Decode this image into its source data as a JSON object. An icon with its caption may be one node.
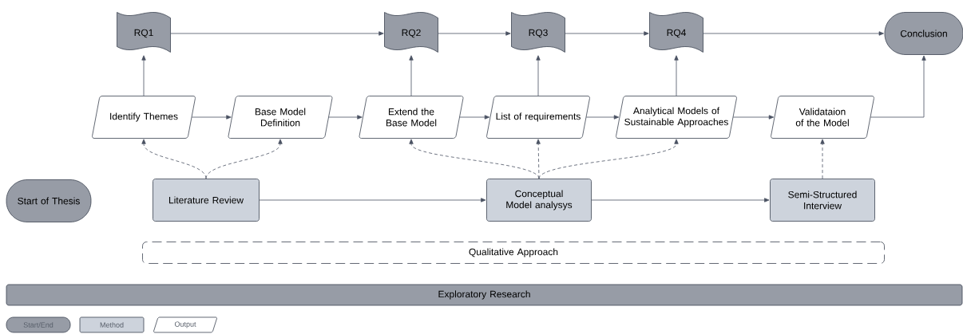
{
  "diagram": {
    "nodes": [
      {
        "text": [
          "RQ1"
        ]
      },
      {
        "text": [
          "RQ2"
        ]
      },
      {
        "text": [
          "RQ3"
        ]
      },
      {
        "text": [
          "RQ4"
        ]
      },
      {
        "text": [
          "Conclusion"
        ]
      },
      {
        "text": [
          "Identify Themes"
        ]
      },
      {
        "text": [
          "Base Model Definition"
        ]
      },
      {
        "text": [
          "Extend the Base Model"
        ]
      },
      {
        "text": [
          "List of requirements"
        ]
      },
      {
        "text": [
          "Analytical Models of Sustainable Approaches"
        ]
      },
      {
        "text": [
          "Validataion of the Model"
        ]
      },
      {
        "text": [
          "Start of Thesis"
        ]
      },
      {
        "text": [
          "Literature Review"
        ]
      },
      {
        "text": [
          "Conceptual Model analysys"
        ]
      },
      {
        "text": [
          "Semi-Structured Interview"
        ]
      },
      {
        "text": [
          "Qualitative Approach"
        ]
      },
      {
        "text": [
          "Exploratory Research"
        ]
      }
    ],
    "edges": [
      {
        "from": 0,
        "to": 1,
        "arrow": "to"
      },
      {
        "from": 1,
        "to": 2,
        "arrow": "to"
      },
      {
        "from": 2,
        "to": 3,
        "arrow": "to"
      },
      {
        "from": 3,
        "to": 4,
        "arrow": "to"
      },
      {
        "from": 5,
        "to": 0,
        "arrow": "to"
      },
      {
        "from": 7,
        "to": 1,
        "arrow": "to"
      },
      {
        "from": 8,
        "to": 2,
        "arrow": "to"
      },
      {
        "from": 9,
        "to": 3,
        "arrow": "to"
      },
      {
        "from": 10,
        "to": 4,
        "arrow": "to"
      },
      {
        "from": 5,
        "to": 6,
        "arrow": "to"
      },
      {
        "from": 6,
        "to": 7,
        "arrow": "to"
      },
      {
        "from": 7,
        "to": 8,
        "arrow": "to"
      },
      {
        "from": 8,
        "to": 9,
        "arrow": "to"
      },
      {
        "from": 9,
        "to": 10,
        "arrow": "to"
      },
      {
        "from": 12,
        "to": 13,
        "arrow": "to"
      },
      {
        "from": 13,
        "to": 14,
        "arrow": "to"
      },
      {
        "from": 12,
        "to": 5,
        "arrow": "to",
        "style": "dashed"
      },
      {
        "from": 12,
        "to": 6,
        "arrow": "to",
        "style": "dashed"
      },
      {
        "from": 13,
        "to": 7,
        "arrow": "to",
        "style": "dashed"
      },
      {
        "from": 13,
        "to": 8,
        "arrow": "to",
        "style": "dashed"
      },
      {
        "from": 13,
        "to": 9,
        "arrow": "to",
        "style": "dashed"
      },
      {
        "from": 14,
        "to": 10,
        "arrow": "to",
        "style": "dashed"
      }
    ],
    "legend": [
      {
        "text": "Start/End"
      },
      {
        "text": "Method"
      },
      {
        "text": "Output"
      }
    ]
  }
}
